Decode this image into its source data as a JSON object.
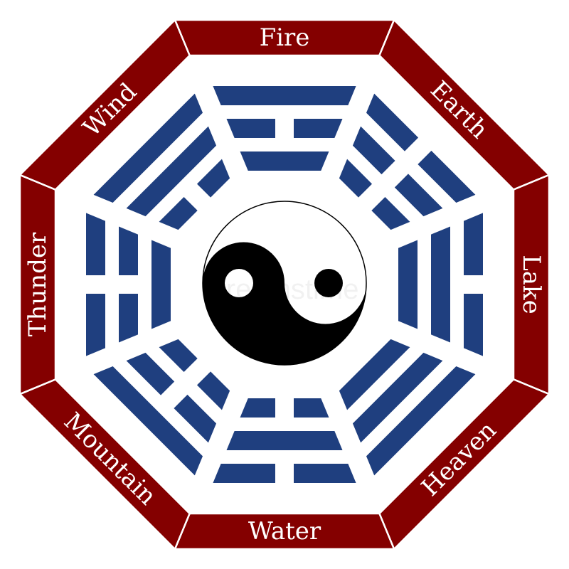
{
  "title": "Bagua with Yin Yang",
  "colors": {
    "band": "#840000",
    "trigram": "#1f3f7f",
    "background": "#ffffff"
  },
  "trigrams": [
    {
      "name": "Fire",
      "lines": [
        1,
        0,
        1
      ]
    },
    {
      "name": "Earth",
      "lines": [
        0,
        0,
        0
      ]
    },
    {
      "name": "Lake",
      "lines": [
        0,
        1,
        1
      ]
    },
    {
      "name": "Heaven",
      "lines": [
        1,
        1,
        1
      ]
    },
    {
      "name": "Water",
      "lines": [
        0,
        1,
        0
      ]
    },
    {
      "name": "Mountain",
      "lines": [
        1,
        0,
        0
      ]
    },
    {
      "name": "Thunder",
      "lines": [
        0,
        0,
        1
      ]
    },
    {
      "name": "Wind",
      "lines": [
        1,
        1,
        0
      ]
    }
  ],
  "watermark": "dreamstime"
}
